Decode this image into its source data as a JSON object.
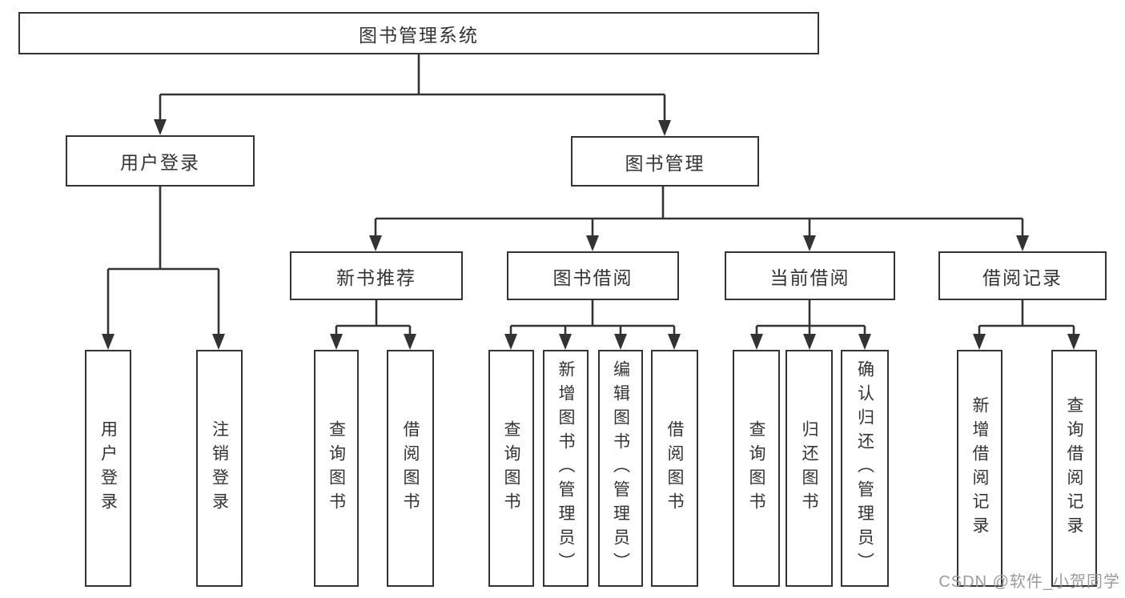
{
  "root": {
    "label": "图书管理系统"
  },
  "level2": [
    {
      "label": "用户登录"
    },
    {
      "label": "图书管理"
    }
  ],
  "level3": [
    {
      "label": "新书推荐"
    },
    {
      "label": "图书借阅"
    },
    {
      "label": "当前借阅"
    },
    {
      "label": "借阅记录"
    }
  ],
  "leaf_groups": [
    {
      "parent": "用户登录",
      "items": [
        "用户登录",
        "注销登录"
      ]
    },
    {
      "parent": "新书推荐",
      "items": [
        "查询图书",
        "借阅图书"
      ]
    },
    {
      "parent": "图书借阅",
      "items": [
        "查询图书",
        "新增图书（管理员）",
        "编辑图书（管理员）",
        "借阅图书"
      ]
    },
    {
      "parent": "当前借阅",
      "items": [
        "查询图书",
        "归还图书",
        "确认归还（管理员）"
      ]
    },
    {
      "parent": "借阅记录",
      "items": [
        "新增借阅记录",
        "查询借阅记录"
      ]
    }
  ],
  "watermark": {
    "text": "CSDN @软件_小贺同学"
  },
  "colors": {
    "line": "#333333",
    "box_border": "#333333",
    "box_fill": "#ffffff",
    "text": "#333333",
    "watermark": "#9b9b9b"
  }
}
